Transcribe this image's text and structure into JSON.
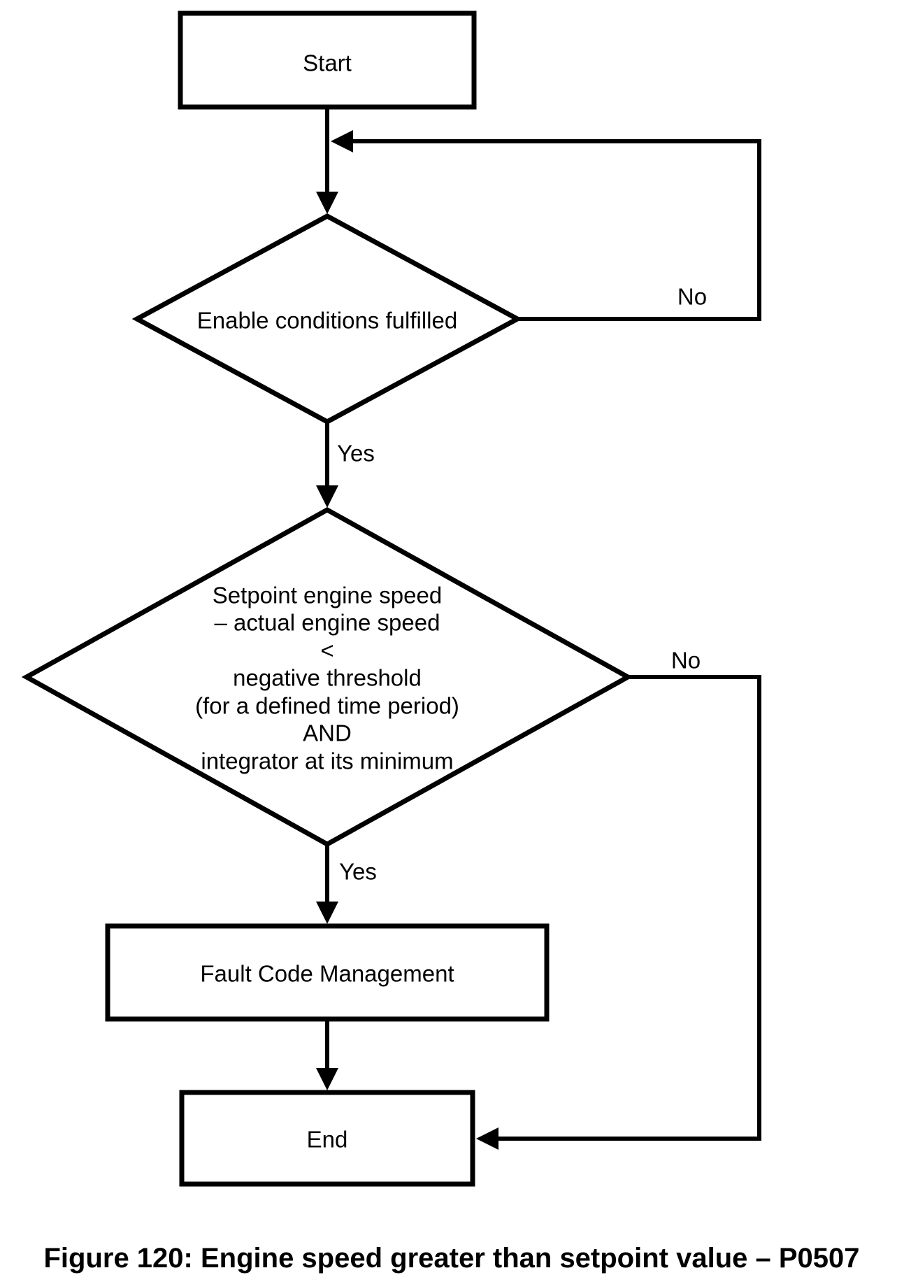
{
  "figure_caption": "Figure 120: Engine speed greater than setpoint value – P0507",
  "flowchart": {
    "background_color": "#ffffff",
    "line_color": "#000000",
    "text_color": "#000000",
    "nodes": {
      "start": {
        "type": "terminator",
        "label": "Start"
      },
      "decision1": {
        "type": "decision",
        "label": "Enable conditions fulfilled"
      },
      "decision2": {
        "type": "decision",
        "lines": [
          "Setpoint engine speed",
          "– actual engine speed",
          "<",
          "negative threshold",
          "(for a defined time period)",
          "AND",
          "integrator at its minimum"
        ]
      },
      "fault_code_management": {
        "type": "process",
        "label": "Fault Code Management"
      },
      "end": {
        "type": "terminator",
        "label": "End"
      }
    },
    "edge_labels": {
      "decision1_yes": "Yes",
      "decision1_no": "No",
      "decision2_yes": "Yes",
      "decision2_no": "No"
    }
  }
}
